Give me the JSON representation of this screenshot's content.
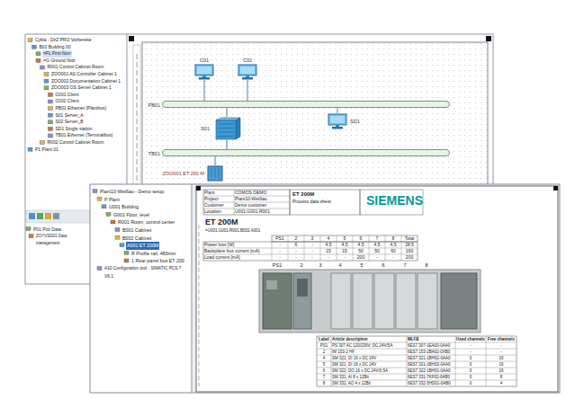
{
  "diagram": {
    "nodes": [
      {
        "text": [
          "C01"
        ]
      },
      {
        "text": [
          "C02"
        ]
      },
      {
        "text": [
          "PB01"
        ]
      },
      {
        "text": [
          "S01"
        ]
      },
      {
        "text": [
          "SD1"
        ]
      },
      {
        "text": [
          "TB01"
        ]
      },
      {
        "text": [
          "ZOO001 ET 200 M"
        ]
      }
    ],
    "edges": [
      {
        "from": 0,
        "to": 2,
        "arrow": "none"
      },
      {
        "from": 1,
        "to": 2,
        "arrow": "none"
      },
      {
        "from": 3,
        "to": 2,
        "arrow": "none"
      },
      {
        "from": 4,
        "to": 2,
        "arrow": "none"
      },
      {
        "from": 3,
        "to": 5,
        "arrow": "none"
      },
      {
        "from": 6,
        "to": 5,
        "arrow": "none"
      }
    ],
    "labels": [
      "Cykla - DzZ PRO Vorbereite",
      "B01 Building 00",
      "=FL First floor",
      "=G Ground floor",
      "R001 Control Cabinet Room",
      "ZOO001 AS Controller Cabinet 1",
      "ZOO002 Documentation Cabinet 1",
      "ZOO003 OS Server Cabinet 1",
      "C001 Client",
      "C002 Client",
      "PB01 Ethernet (Plantbus)",
      "S01 Server_A",
      "S02 Server_B",
      "SD1 Single station",
      "TB01 Ethernet (Terminalbus)",
      "R002 Control Cabinet Room",
      "P1 Plant 01",
      "P01 Plot Data",
      "ZOYVSD01 Data management",
      "Plant10-Weißau - Demo setup",
      "P Plant",
      "U001 Building",
      "G001 Floor, level",
      "R001 Room, control center",
      "B001 Cabinet",
      "B002 Cabinet",
      "A001 ET 200M",
      "R Profile rail, 483mm",
      "1 Rear panel bus ET 200",
      "A10 Configuration tool - SIMATIC PCS 7 V6.1",
      "SIEMENS",
      "Plant",
      "COMOS DEMO",
      "Project",
      "Plant10-Weißau",
      "Customer",
      "Demo customer",
      "Location",
      "U001.G001.R001",
      "ET 200M",
      "Process data sheet",
      "ET 200M",
      "=U001.G001.R001.B002.A001",
      "PS1",
      "2",
      "3",
      "4",
      "5",
      "6",
      "7",
      "8",
      "Total",
      "Power loss [W]",
      "-",
      "6",
      "-",
      "4.5",
      "4.5",
      "4.5",
      "4.5",
      "4.5",
      "28.5",
      "Backplane bus current [mA]",
      "-",
      "-",
      "-",
      "15",
      "15",
      "50",
      "50",
      "60",
      "190",
      "Load current [mA]",
      "-",
      "-",
      "-",
      "-",
      "-",
      "200",
      "-",
      "-",
      "200",
      "PS1",
      "2",
      "3",
      "4",
      "5",
      "6",
      "7",
      "8",
      "Label",
      "Article description",
      "MLFB",
      "Used channels",
      "Free channels",
      "PS1",
      "PS 307 AC 120/230V; DC 24V/5A",
      "6ES7 307-1EA00-0AA0",
      "-",
      "-",
      "2",
      "IM 153-2 HF",
      "6ES7 153-2BA02-0XB0",
      "-",
      "-",
      "4",
      "SM 321; DI 16 x DC 24V",
      "6ES7 321-1BH02-0AA0",
      "0",
      "16",
      "5",
      "SM 321; DI 16 x DC 24V",
      "6ES7 321-1BH02-0AA0",
      "0",
      "16",
      "6",
      "SM 322; DO 16 x DC 24V/0,5A",
      "6ES7 322-1BH01-0AA0",
      "0",
      "16",
      "7",
      "SM 331; AI 8 x 12Bit",
      "6ES7 331-7KF02-0AB0",
      "0",
      "8",
      "8",
      "SM 332; AO 4 x 12Bit",
      "6ES7 332-5HD01-0AB0",
      "0",
      "4"
    ]
  }
}
